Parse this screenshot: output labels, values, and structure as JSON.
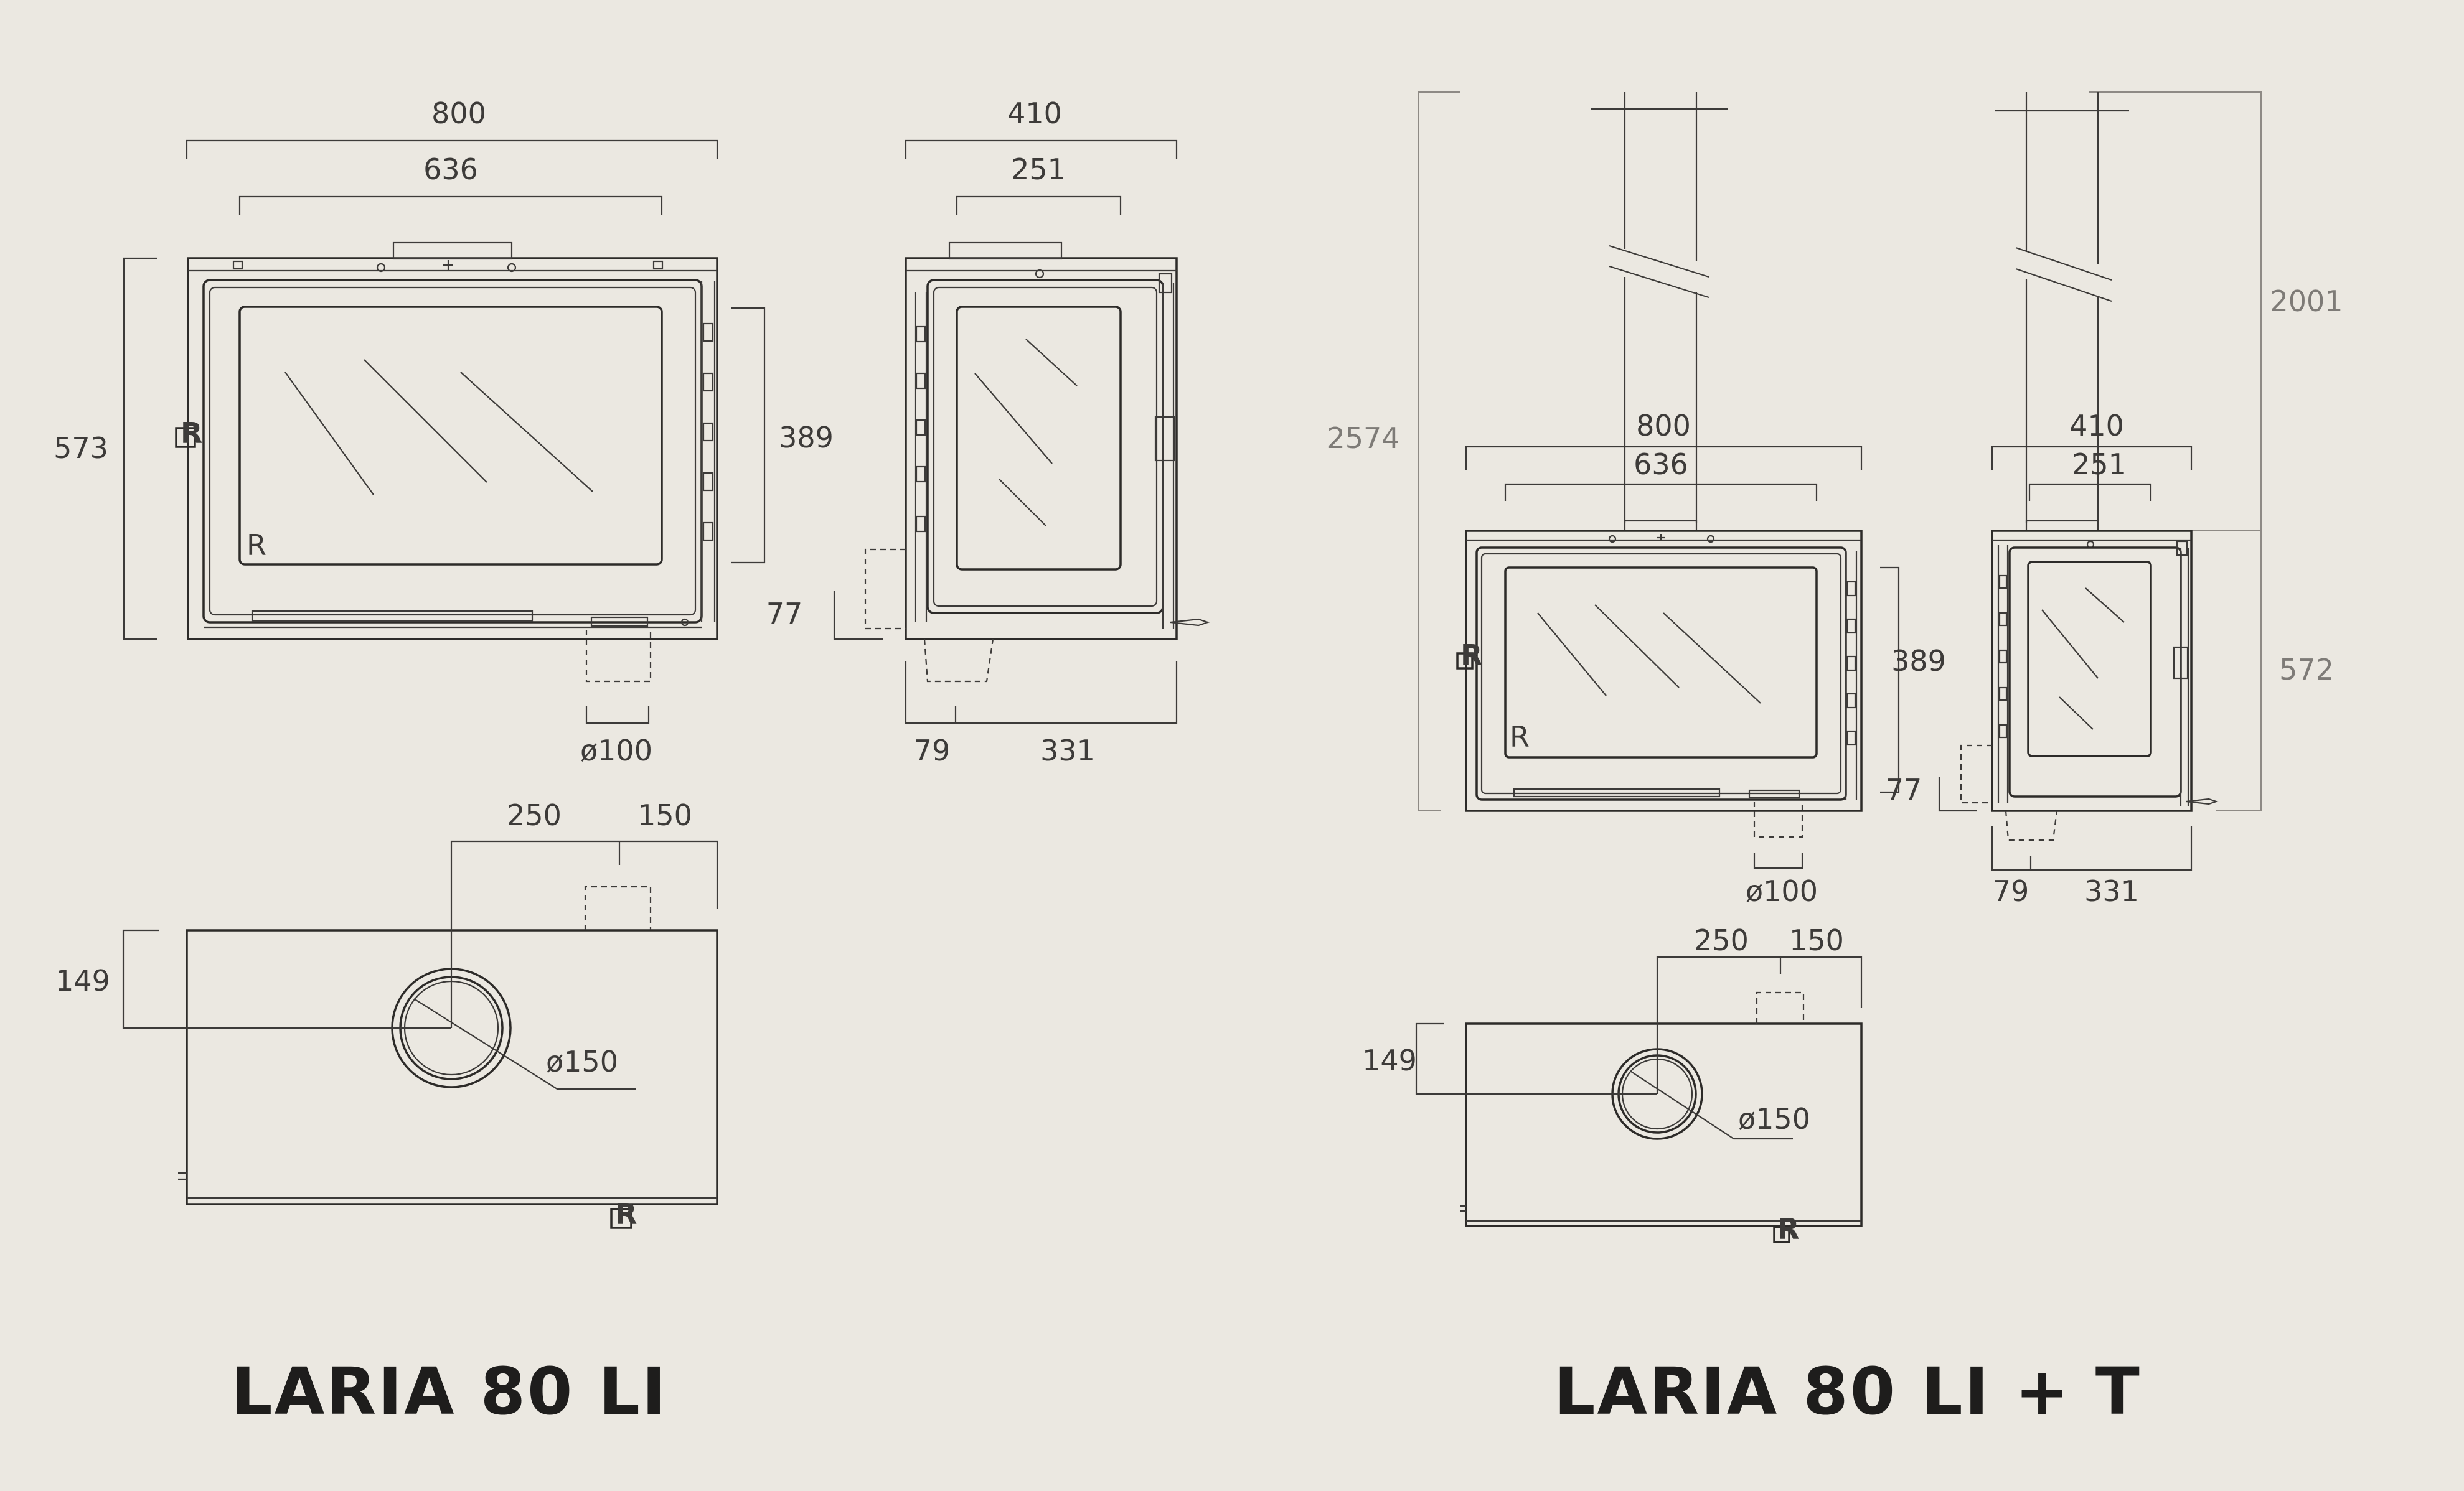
{
  "left_model": {
    "title": "LARIA 80 LI",
    "front": {
      "width_outer": "800",
      "width_inner": "636",
      "height_total": "573",
      "height_glass": "389",
      "flue_diameter": "ø100"
    },
    "side": {
      "depth_outer": "410",
      "depth_inner": "251",
      "air_height": "77",
      "offset": "79",
      "depth_rear": "331"
    },
    "top": {
      "flue_x": "250",
      "inlet_x": "150",
      "flue_y": "149",
      "flue_diameter": "ø150"
    }
  },
  "right_model": {
    "title": "LARIA 80 LI + T",
    "total_height": "2574",
    "chimney_height": "2001",
    "side_height": "572",
    "front": {
      "width_outer": "800",
      "width_inner": "636",
      "height_glass": "389",
      "flue_diameter": "ø100"
    },
    "side": {
      "depth_outer": "410",
      "depth_inner": "251",
      "air_height": "77",
      "offset": "79",
      "depth_rear": "331"
    },
    "top": {
      "flue_x": "250",
      "inlet_x": "150",
      "flue_y": "149",
      "flue_diameter": "ø150"
    }
  },
  "colors": {
    "background": "#ebe8e1",
    "line": "#3d3b39",
    "title": "#1e1d1c"
  }
}
